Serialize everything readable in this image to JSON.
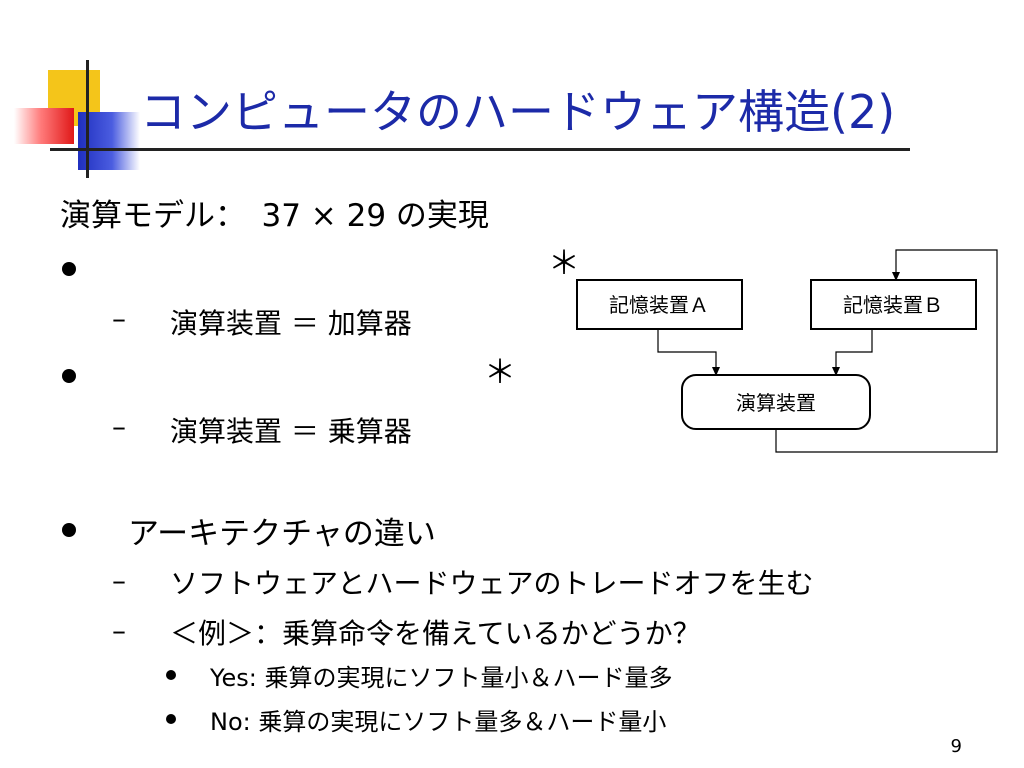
{
  "slide": {
    "title": "コンピュータのハードウェア構造(2)",
    "page_number": "9",
    "model_heading": "演算モデル：　37 × 29 の実現",
    "section1": {
      "asterisk": "＊",
      "sub": "演算装置 ＝ 加算器"
    },
    "section2": {
      "asterisk": "＊",
      "sub": "演算装置 ＝ 乗算器"
    },
    "section3": {
      "bullet": "アーキテクチャの違い",
      "sub1": "ソフトウェアとハードウェアのトレードオフを生む",
      "sub2": "＜例＞：乗算命令を備えているかどうか？",
      "subsub1": "Yes: 乗算の実現にソフト量小＆ハード量多",
      "subsub2": "No: 乗算の実現にソフト量多＆ハード量小"
    }
  },
  "diagram": {
    "memory_a": "記憶装置Ａ",
    "memory_b": "記憶装置Ｂ",
    "alu": "演算装置"
  },
  "glyphs": {
    "dash": "–"
  }
}
